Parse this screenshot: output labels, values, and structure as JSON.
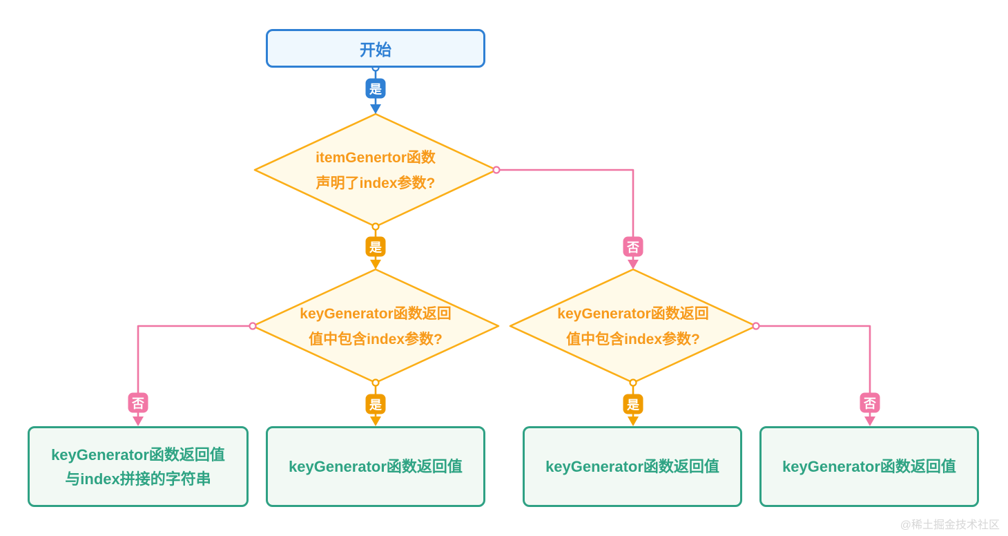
{
  "diagram": {
    "title_hint": "react key generation flowchart",
    "colors": {
      "blue": "#2F80D4",
      "orange_line": "#FBAE17",
      "orange_badge": "#F09C00",
      "orange_text": "#F79A1B",
      "pink": "#EF74A2",
      "green": "#2FA184",
      "diamond_fill": "#FFFAE9",
      "start_fill": "#EFF8FE",
      "result_fill": "#F2F9F4"
    },
    "nodes": {
      "start": {
        "type": "start",
        "label": "开始"
      },
      "d1": {
        "type": "decision",
        "line1": "itemGenertor函数",
        "line2": "声明了index参数?"
      },
      "d2": {
        "type": "decision",
        "line1": "keyGenerator函数返回",
        "line2": "值中包含index参数?"
      },
      "d3": {
        "type": "decision",
        "line1": "keyGenerator函数返回",
        "line2": "值中包含index参数?"
      },
      "r1": {
        "type": "result",
        "line1": "keyGenerator函数返回值",
        "line2": "与index拼接的字符串"
      },
      "r2": {
        "type": "result",
        "label": "keyGenerator函数返回值"
      },
      "r3": {
        "type": "result",
        "label": "keyGenerator函数返回值"
      },
      "r4": {
        "type": "result",
        "label": "keyGenerator函数返回值"
      }
    },
    "edges": [
      {
        "from": "start",
        "to": "d1",
        "label": "是",
        "color": "blue"
      },
      {
        "from": "d1",
        "to": "d2",
        "label": "是",
        "color": "orange"
      },
      {
        "from": "d1",
        "to": "d3",
        "label": "否",
        "color": "pink"
      },
      {
        "from": "d2",
        "to": "r1",
        "label": "否",
        "color": "pink"
      },
      {
        "from": "d2",
        "to": "r2",
        "label": "是",
        "color": "orange"
      },
      {
        "from": "d3",
        "to": "r3",
        "label": "是",
        "color": "orange"
      },
      {
        "from": "d3",
        "to": "r4",
        "label": "否",
        "color": "pink"
      }
    ],
    "watermark": "@稀土掘金技术社区"
  }
}
